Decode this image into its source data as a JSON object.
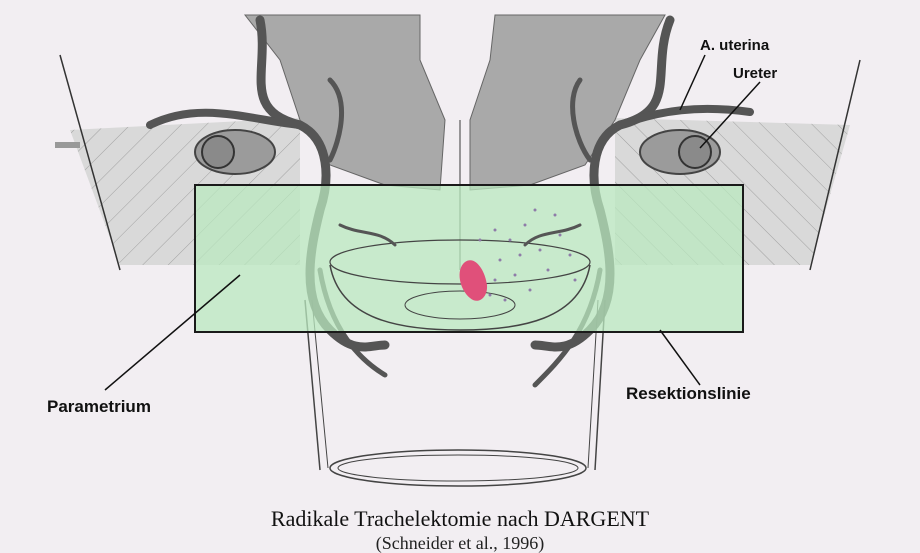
{
  "labels": {
    "a_uterina": "A. uterina",
    "ureter": "Ureter",
    "parametrium": "Parametrium",
    "resektionslinie": "Resektionslinie"
  },
  "caption": {
    "title": "Radikale Trachelektomie nach DARGENT",
    "citation": "(Schneider et al., 1996)"
  },
  "colors": {
    "background": "#f2eef2",
    "vessel": "#555555",
    "uterus_fill": "#a9a9a9",
    "parametrium_fill": "#dcdcdc",
    "resection_box_fill": "#b9e8bf",
    "resection_box_stroke": "#1a1a1a",
    "tumor": "#e0507a"
  }
}
